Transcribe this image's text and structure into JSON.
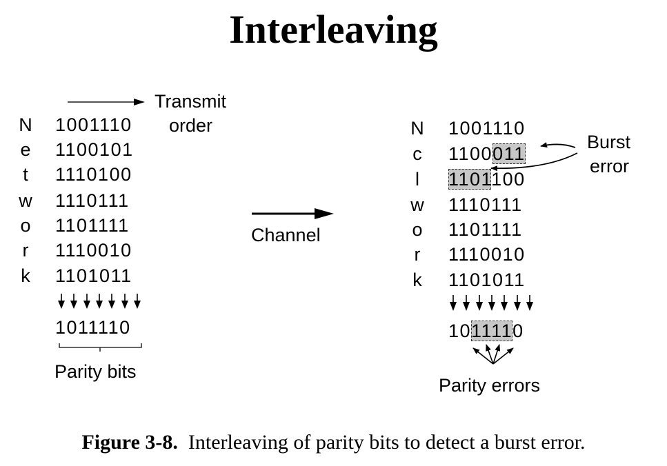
{
  "title": "Interleaving",
  "left": {
    "transmit_label_line1": "Transmit",
    "transmit_label_line2": "order",
    "letters": [
      "N",
      "e",
      "t",
      "w",
      "o",
      "r",
      "k"
    ],
    "rows": [
      "1001110",
      "1100101",
      "1110100",
      "1110111",
      "1101111",
      "1110010",
      "1101011"
    ],
    "parity": "1011110",
    "parity_label": "Parity bits"
  },
  "channel_label": "Channel",
  "right": {
    "letters": [
      "N",
      "c",
      "l",
      "w",
      "o",
      "r",
      "k"
    ],
    "rows": [
      {
        "pre": "1001110",
        "hl": "",
        "post": ""
      },
      {
        "pre": "1100",
        "hl": "011",
        "post": ""
      },
      {
        "pre": "",
        "hl": "1101",
        "post": "100"
      },
      {
        "pre": "1110111",
        "hl": "",
        "post": ""
      },
      {
        "pre": "1101111",
        "hl": "",
        "post": ""
      },
      {
        "pre": "1110010",
        "hl": "",
        "post": ""
      },
      {
        "pre": "1101011",
        "hl": "",
        "post": ""
      }
    ],
    "parity": {
      "pre": "10",
      "hl": "1111",
      "post": "0"
    },
    "burst_label_line1": "Burst",
    "burst_label_line2": "error",
    "parity_errors_label": "Parity errors"
  },
  "caption": {
    "figure": "Figure 3-8.",
    "text": "Interleaving of parity bits to detect a burst error."
  }
}
